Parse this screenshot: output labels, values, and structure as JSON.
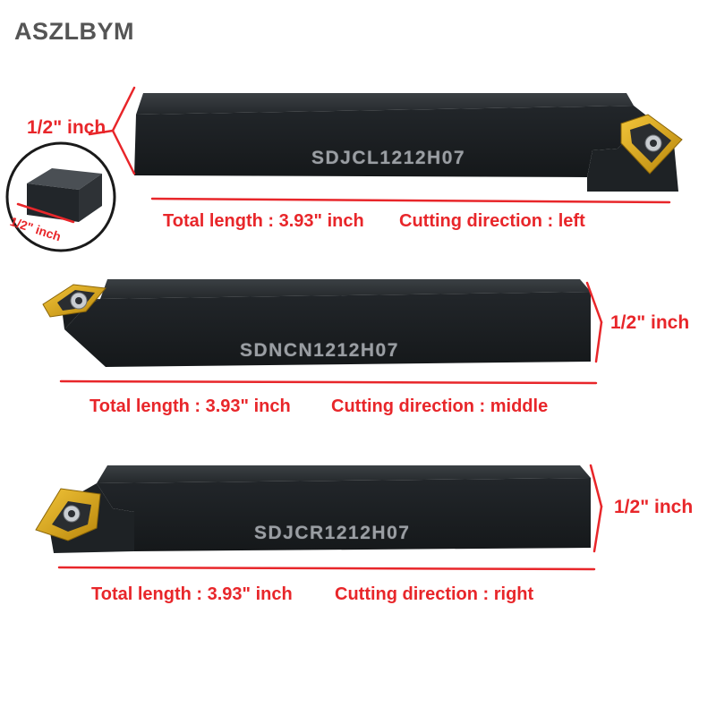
{
  "brand": "ASZLBYM",
  "colors": {
    "annotation": "#e8262a",
    "tool_body": "#1c1f22",
    "insert": "#d4a20e",
    "model_text": "#9a9ea3"
  },
  "cross_section": {
    "width_label": "1/2\" inch",
    "height_label": "1/2\" inch"
  },
  "tools": [
    {
      "model": "SDJCL1212H07",
      "length_label": "Total length :  3.93\" inch",
      "direction_label": "Cutting direction : left"
    },
    {
      "model": "SDNCN1212H07",
      "length_label": "Total length :  3.93\" inch",
      "direction_label": "Cutting direction : middle",
      "height_label": "1/2\" inch"
    },
    {
      "model": "SDJCR1212H07",
      "length_label": "Total length :  3.93\" inch",
      "direction_label": "Cutting direction : right",
      "height_label": "1/2\" inch"
    }
  ]
}
